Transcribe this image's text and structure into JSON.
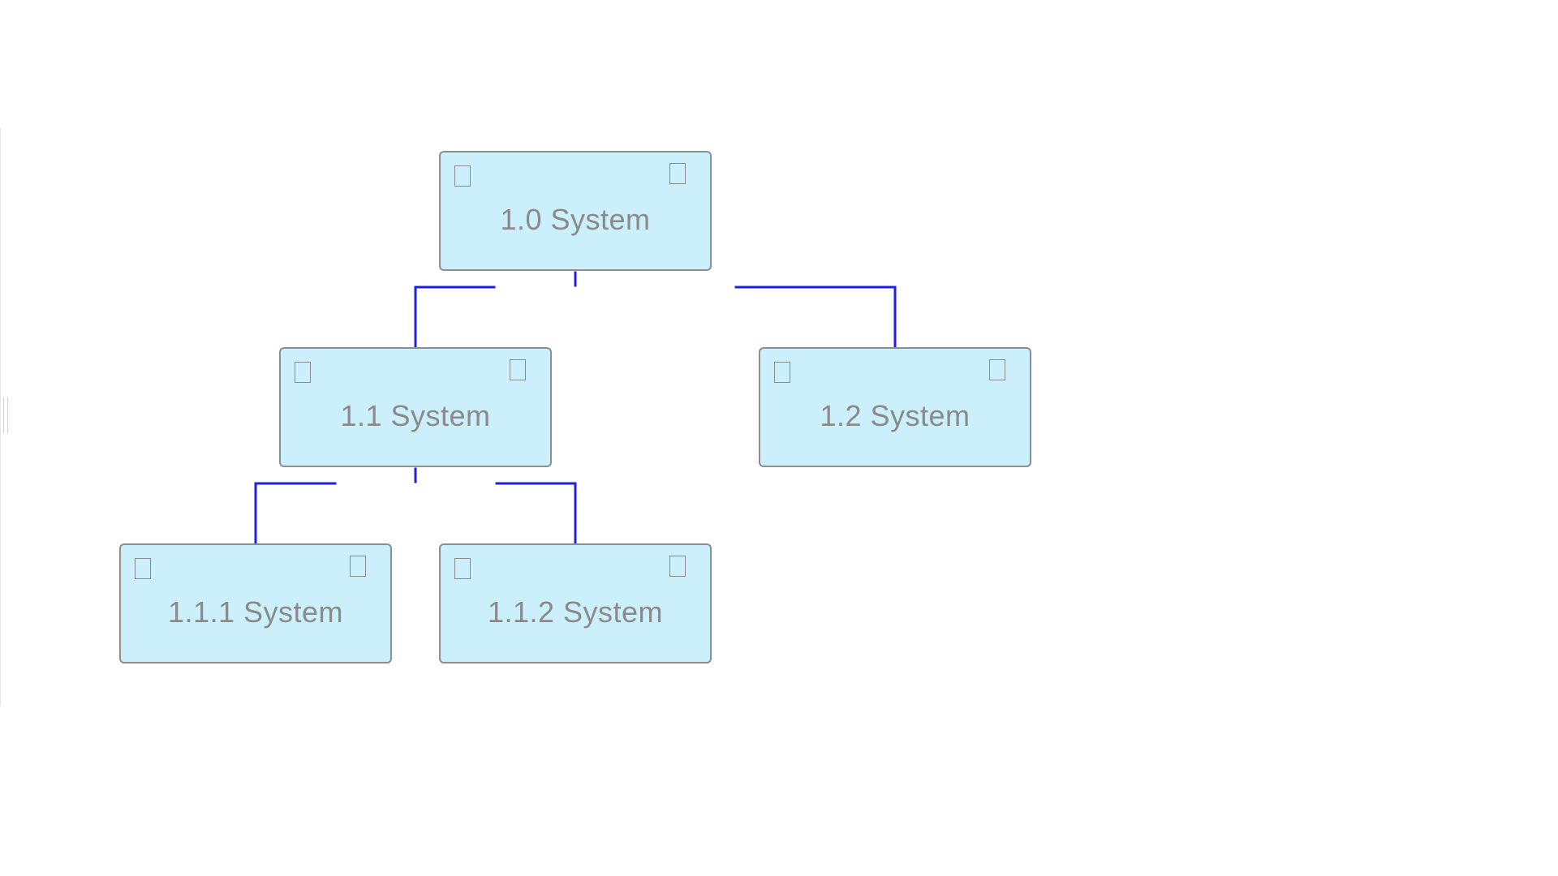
{
  "diagram": {
    "type": "hierarchy",
    "connector_color": "#1f1fe6",
    "node_fill": "#ccf0fb",
    "node_border": "#8e8e8e",
    "nodes": [
      {
        "id": "1.0",
        "label": "1.0 System",
        "parent": null
      },
      {
        "id": "1.1",
        "label": "1.1 System",
        "parent": "1.0"
      },
      {
        "id": "1.2",
        "label": "1.2 System",
        "parent": "1.0"
      },
      {
        "id": "1.1.1",
        "label": "1.1.1 System",
        "parent": "1.1"
      },
      {
        "id": "1.1.2",
        "label": "1.1.2 System",
        "parent": "1.1"
      }
    ]
  }
}
